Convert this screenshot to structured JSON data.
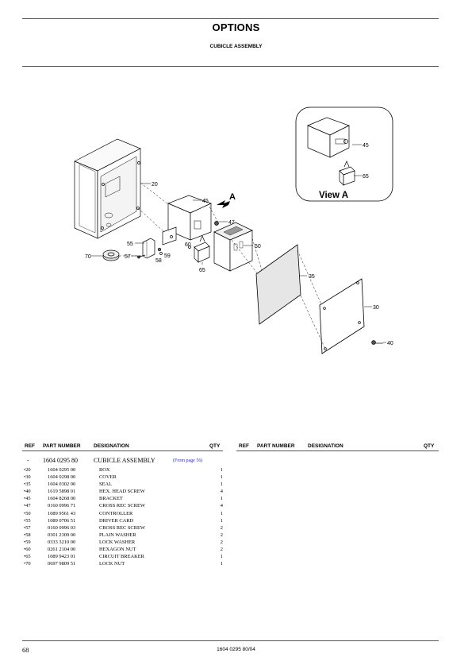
{
  "header": {
    "title": "OPTIONS",
    "subtitle": "CUBICLE ASSEMBLY"
  },
  "diagram": {
    "view_label": "View A",
    "arrow_label": "A",
    "callouts": [
      "20",
      "45",
      "47",
      "50",
      "55",
      "57",
      "58",
      "59",
      "60",
      "65",
      "70",
      "35",
      "30",
      "40",
      "45",
      "65"
    ]
  },
  "table": {
    "headers": {
      "ref": "REF",
      "part_number": "PART NUMBER",
      "designation": "DESIGNATION",
      "qty": "QTY"
    },
    "rows": [
      {
        "ref": "-",
        "part_number": "1604 0295 80",
        "designation": "CUBICLE ASSEMBLY",
        "qty": "",
        "note": "(From page 56)"
      },
      {
        "ref": "•20",
        "part_number": "1604 0295 00",
        "designation": "BOX",
        "qty": "1"
      },
      {
        "ref": "•30",
        "part_number": "1604 0298 00",
        "designation": "COVER",
        "qty": "1"
      },
      {
        "ref": "•35",
        "part_number": "1604 0302 00",
        "designation": "SEAL",
        "qty": "1"
      },
      {
        "ref": "•40",
        "part_number": "1619 5898 01",
        "designation": "HEX. HEAD SCREW",
        "qty": "4"
      },
      {
        "ref": "•45",
        "part_number": "1604 8268 00",
        "designation": "BRACKET",
        "qty": "1"
      },
      {
        "ref": "•47",
        "part_number": "0160 0996 71",
        "designation": "CROSS REC SCREW",
        "qty": "4"
      },
      {
        "ref": "•50",
        "part_number": "1089 9561 43",
        "designation": "CONTROLLER",
        "qty": "1"
      },
      {
        "ref": "•55",
        "part_number": "1089 0706 51",
        "designation": "DRIVER CARD",
        "qty": "1"
      },
      {
        "ref": "•57",
        "part_number": "0160 0996 03",
        "designation": "CROSS REC SCREW",
        "qty": "2"
      },
      {
        "ref": "•58",
        "part_number": "0301 2309 00",
        "designation": "PLAIN WASHER",
        "qty": "2"
      },
      {
        "ref": "•59",
        "part_number": "0333 3210 00",
        "designation": "LOCK WASHER",
        "qty": "2"
      },
      {
        "ref": "•60",
        "part_number": "0261 2104 00",
        "designation": "HEXAGON NUT",
        "qty": "2"
      },
      {
        "ref": "•65",
        "part_number": "1089 9423 01",
        "designation": "CIRCUIT BREAKER",
        "qty": "1"
      },
      {
        "ref": "•70",
        "part_number": "0697 9809 51",
        "designation": "LOCK NUT",
        "qty": "1"
      }
    ]
  },
  "footer": {
    "page_number": "68",
    "doc_number": "1604 0295 80/04"
  }
}
